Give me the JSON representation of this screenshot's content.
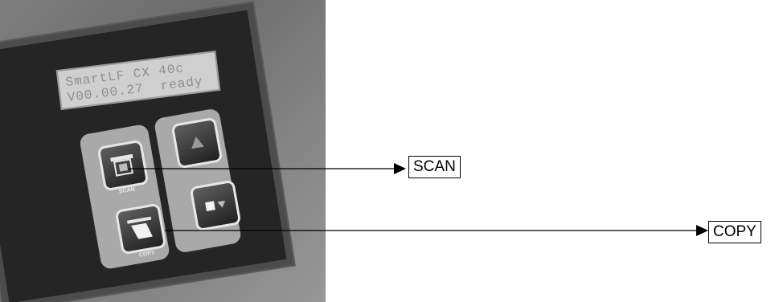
{
  "lcd": {
    "line1": "SmartLF CX 40c",
    "line2": "V00.00.27  ready"
  },
  "panel_buttons": [
    {
      "name": "scan",
      "caption": "SCAN",
      "icon": "scan-icon"
    },
    {
      "name": "copy",
      "caption": "COPY",
      "icon": "copy-icon"
    },
    {
      "name": "up",
      "icon": "up-arrow-icon"
    },
    {
      "name": "stop",
      "icon": "stop-icon"
    }
  ],
  "callouts": {
    "scan": "SCAN",
    "copy": "COPY"
  },
  "colors": {
    "line": "#000000",
    "label_border": "#000000"
  }
}
